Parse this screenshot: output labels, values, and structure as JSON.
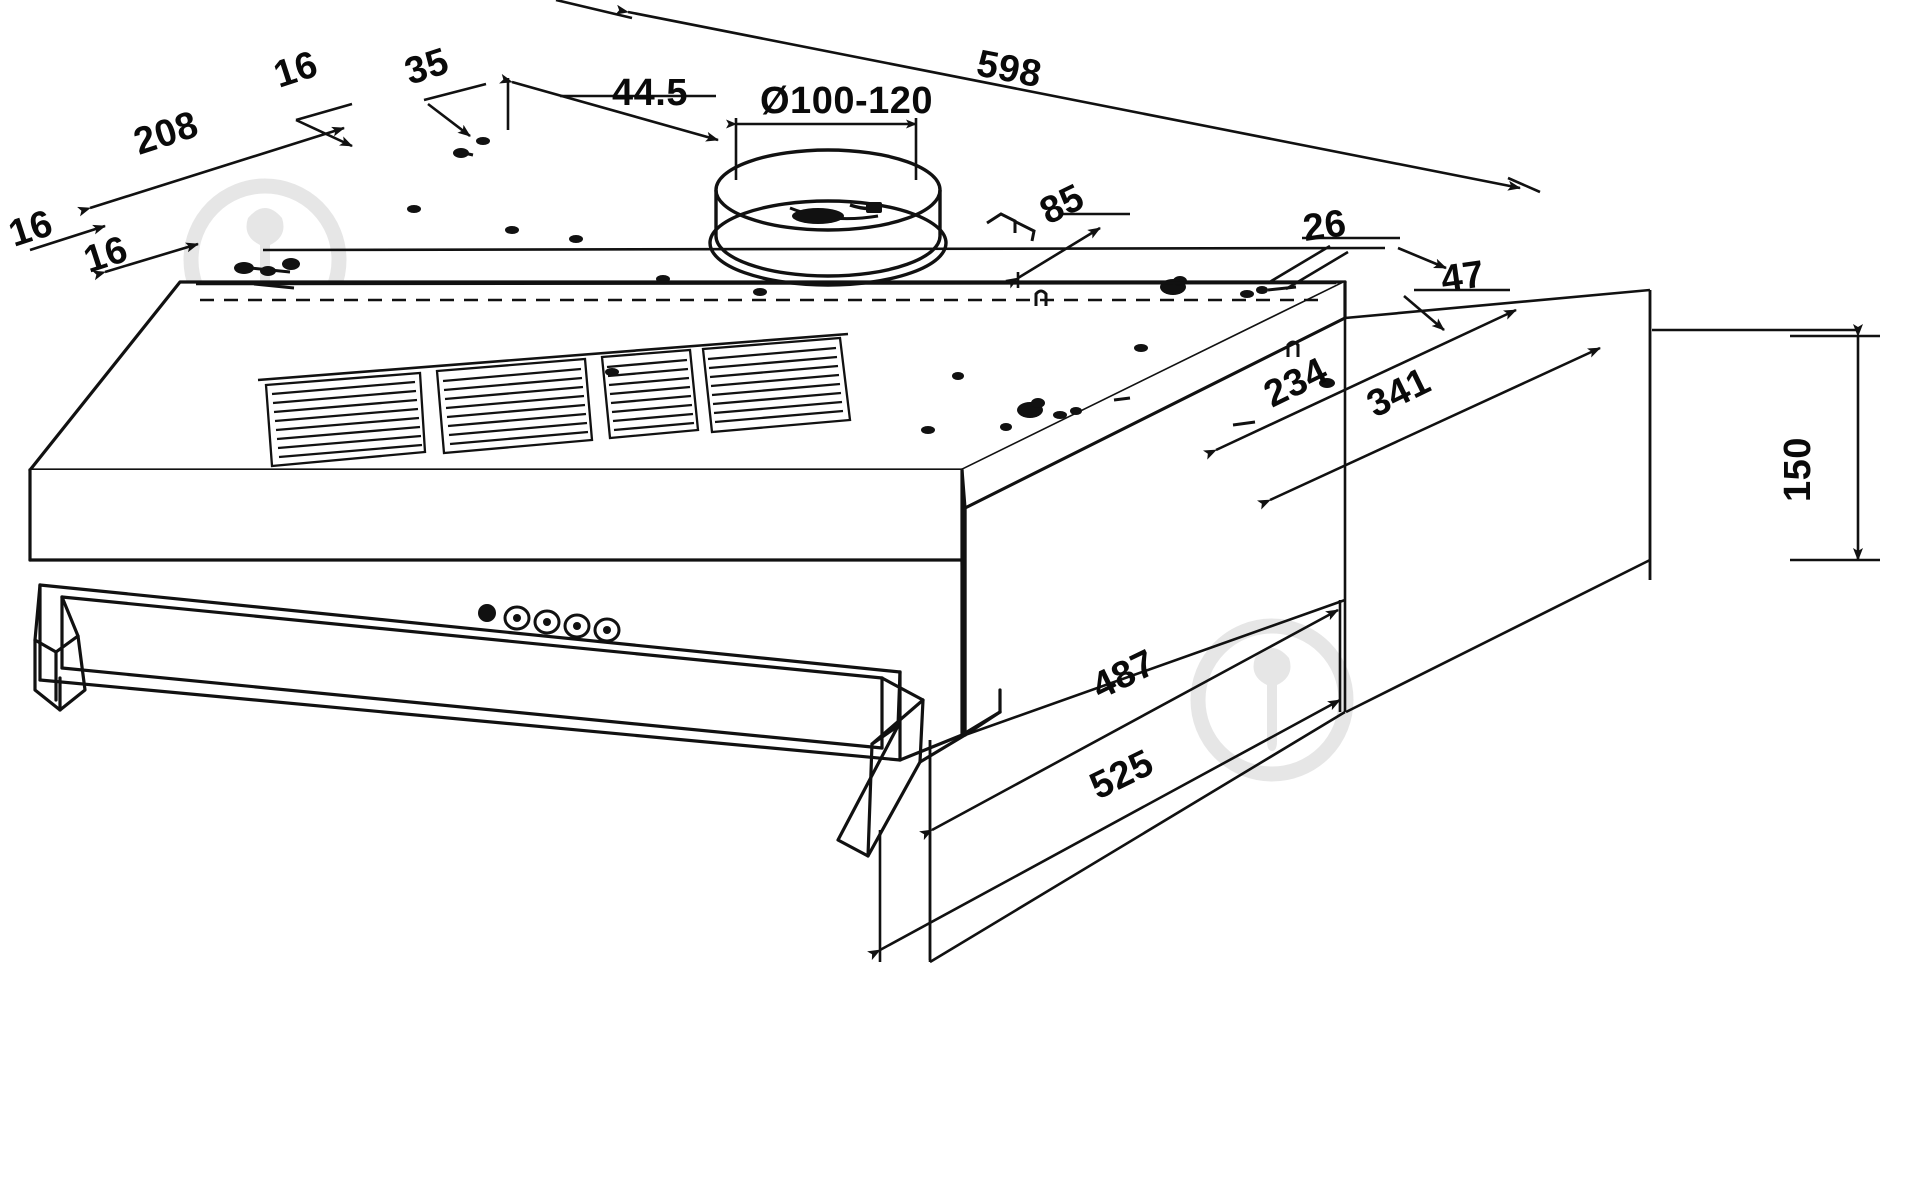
{
  "document": {
    "type": "technical-drawing",
    "subject": "Kitchen range hood (under-cabinet cooker hood) isometric dimensioned drawing",
    "units": "mm",
    "background_color": "#ffffff",
    "line_color": "#111111",
    "text_color": "#0a0a0a",
    "watermark_color": "#e2e2e2"
  },
  "dimensions": {
    "overall_width": "598",
    "overall_depth_front": "525",
    "overall_depth_body": "487",
    "overall_height": "150",
    "mount_hole_offset_a": "208",
    "mount_hole_gap_b": "16",
    "mount_hole_gap_c": "16",
    "mount_hole_gap_d": "16",
    "mount_hole_gap_e": "35",
    "duct_offset_front": "44.5",
    "duct_diameter": "Ø100-120",
    "duct_offset_right": "85",
    "rear_edge_offset": "26",
    "rear_edge_offset_2": "47",
    "depth_inner": "234",
    "depth_outer": "341"
  },
  "labels": [
    {
      "id": "d-598",
      "text": "598",
      "name": "dimension-598"
    },
    {
      "id": "d-208",
      "text": "208",
      "name": "dimension-208"
    },
    {
      "id": "d-16a",
      "text": "16",
      "name": "dimension-16-a"
    },
    {
      "id": "d-16b",
      "text": "16",
      "name": "dimension-16-b"
    },
    {
      "id": "d-16c",
      "text": "16",
      "name": "dimension-16-c"
    },
    {
      "id": "d-35",
      "text": "35",
      "name": "dimension-35"
    },
    {
      "id": "d-445",
      "text": "44.5",
      "name": "dimension-44-5"
    },
    {
      "id": "d-dia",
      "text": "Ø100-120",
      "name": "dimension-duct-diameter"
    },
    {
      "id": "d-85",
      "text": "85",
      "name": "dimension-85"
    },
    {
      "id": "d-26",
      "text": "26",
      "name": "dimension-26"
    },
    {
      "id": "d-47",
      "text": "47",
      "name": "dimension-47"
    },
    {
      "id": "d-234",
      "text": "234",
      "name": "dimension-234"
    },
    {
      "id": "d-341",
      "text": "341",
      "name": "dimension-341"
    },
    {
      "id": "d-150",
      "text": "150",
      "name": "dimension-150"
    },
    {
      "id": "d-487",
      "text": "487",
      "name": "dimension-487"
    },
    {
      "id": "d-525",
      "text": "525",
      "name": "dimension-525"
    }
  ],
  "product": {
    "grille_panel_count": 4,
    "control_buttons": 5,
    "control_button_types": [
      "indicator-light",
      "push-button",
      "push-button",
      "push-button",
      "push-button"
    ],
    "handle": "pull-out slide handle"
  },
  "watermarks": {
    "count": 2,
    "shape": "circular logo mark"
  }
}
